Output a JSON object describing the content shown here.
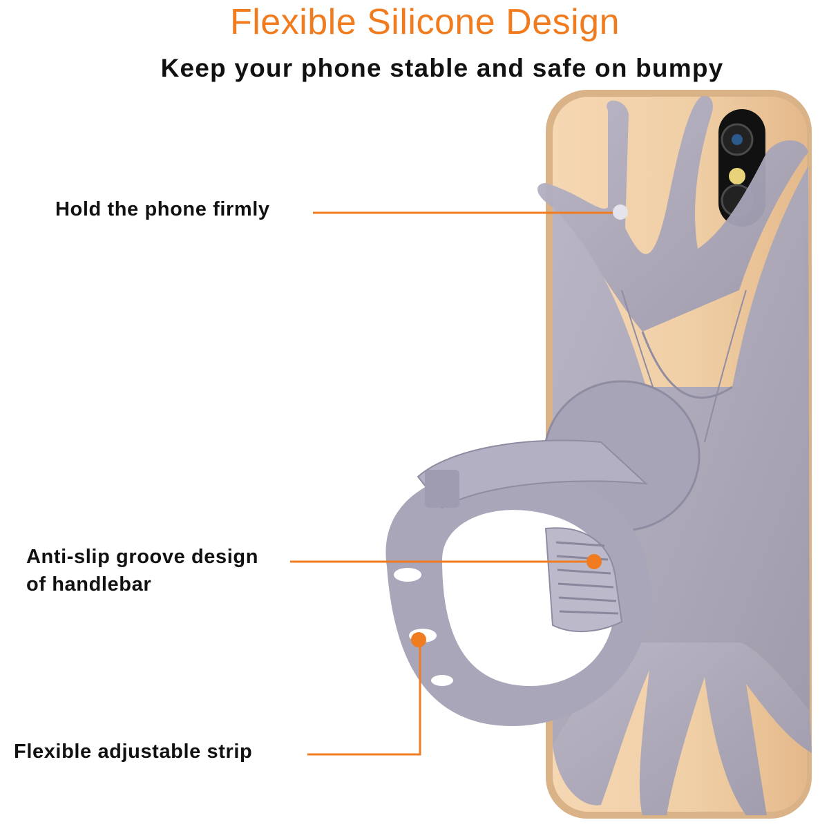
{
  "header": {
    "title": "Flexible Silicone Design",
    "subtitle": "Keep your phone stable and safe on bumpy"
  },
  "callouts": [
    {
      "lines": [
        "Hold the phone firmly"
      ]
    },
    {
      "lines": [
        "Anti-slip groove design",
        "of handlebar"
      ]
    },
    {
      "lines": [
        "Flexible adjustable strip"
      ]
    }
  ],
  "colors": {
    "accent": "#f07c1f",
    "phone_gold": "#f0cfa6",
    "silicone_gray": "#a9a6b9"
  }
}
